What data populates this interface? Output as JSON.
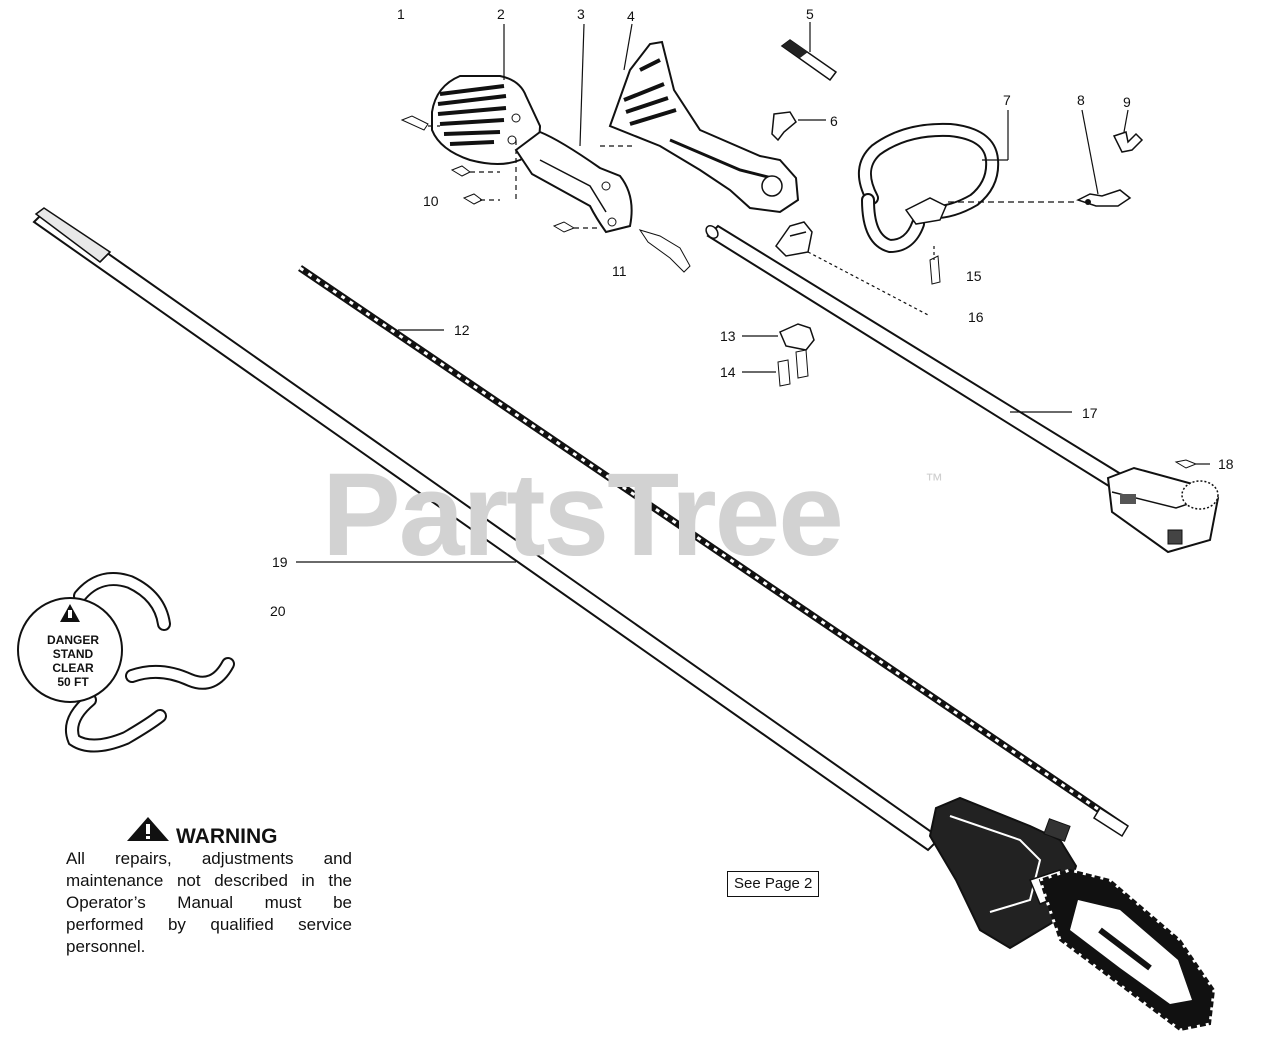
{
  "watermark": {
    "brand": "PartsTree",
    "trademark": "™"
  },
  "callouts": [
    {
      "id": "1",
      "label": "1"
    },
    {
      "id": "2",
      "label": "2"
    },
    {
      "id": "3",
      "label": "3"
    },
    {
      "id": "4",
      "label": "4"
    },
    {
      "id": "5",
      "label": "5"
    },
    {
      "id": "6",
      "label": "6"
    },
    {
      "id": "7",
      "label": "7"
    },
    {
      "id": "8",
      "label": "8"
    },
    {
      "id": "9",
      "label": "9"
    },
    {
      "id": "10",
      "label": "10"
    },
    {
      "id": "11",
      "label": "11"
    },
    {
      "id": "12",
      "label": "12"
    },
    {
      "id": "13",
      "label": "13"
    },
    {
      "id": "14",
      "label": "14"
    },
    {
      "id": "15",
      "label": "15"
    },
    {
      "id": "16",
      "label": "16"
    },
    {
      "id": "17",
      "label": "17"
    },
    {
      "id": "18",
      "label": "18"
    },
    {
      "id": "19",
      "label": "19"
    },
    {
      "id": "20",
      "label": "20"
    }
  ],
  "safety_tag": {
    "line1": "DANGER",
    "line2": "STAND",
    "line3": "CLEAR",
    "line4": "50 FT"
  },
  "warning": {
    "title": "WARNING",
    "body": "All repairs, adjustments and maintenance not described in the Operator’s Manual must be performed by qualified service personnel."
  },
  "see_page": {
    "label": "See Page 2"
  }
}
